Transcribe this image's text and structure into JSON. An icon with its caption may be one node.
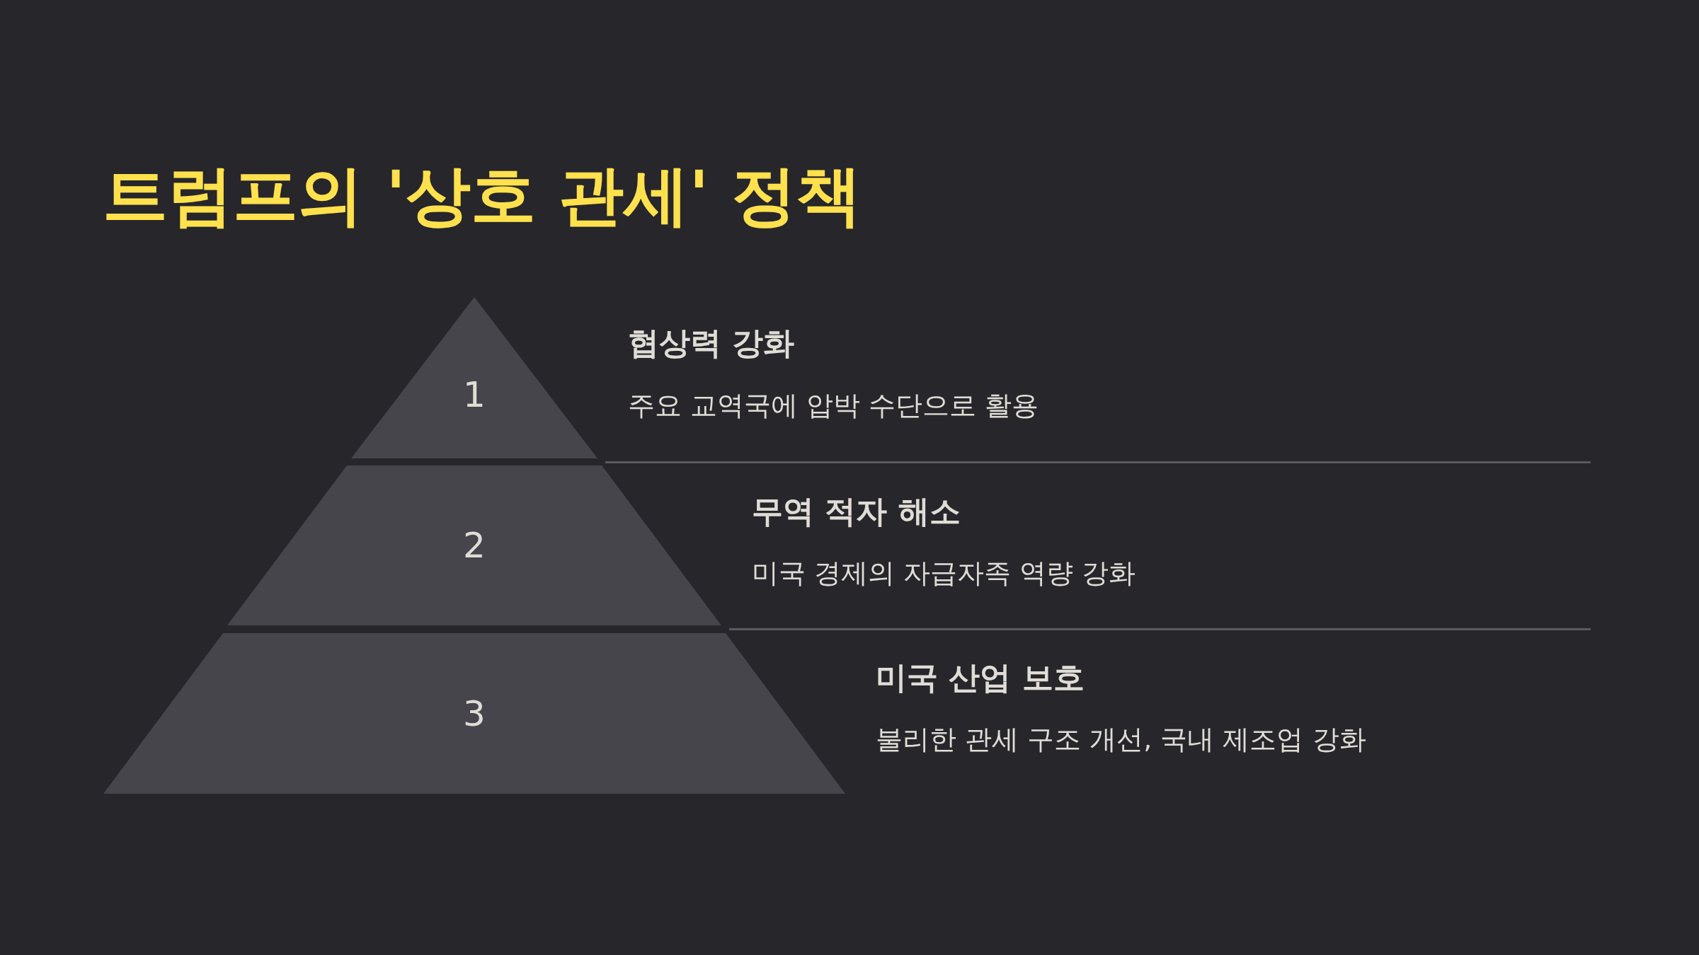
{
  "diagram": {
    "title": "트럼프의 '상호 관세' 정책",
    "nodes": [
      {
        "text": [
          "1"
        ],
        "beside": [
          "협상력 강화",
          "주요 교역국에 압박 수단으로 활용"
        ]
      },
      {
        "text": [
          "2"
        ],
        "beside": [
          "무역 적자 해소",
          "미국 경제의 자급자족 역량 강화"
        ]
      },
      {
        "text": [
          "3"
        ],
        "beside": [
          "미국 산업 보호",
          "불리한 관세 구조 개선, 국내 제조업 강화"
        ]
      }
    ]
  }
}
